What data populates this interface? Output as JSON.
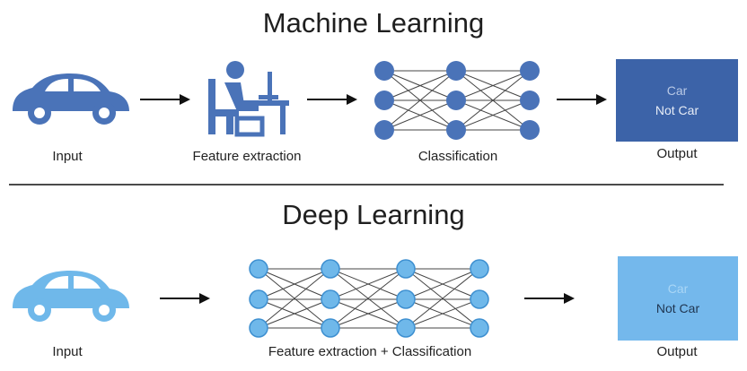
{
  "machine_learning": {
    "title": "Machine Learning",
    "input_label": "Input",
    "feature_label": "Feature extraction",
    "classification_label": "Classification",
    "output_label": "Output",
    "output_options": [
      "Car",
      "Not Car"
    ],
    "output_color": "#3c63a8",
    "accent_color": "#4a73b8",
    "selected_option": "Car"
  },
  "deep_learning": {
    "title": "Deep Learning",
    "input_label": "Input",
    "combined_label": "Feature extraction + Classification",
    "output_label": "Output",
    "output_options": [
      "Car",
      "Not Car"
    ],
    "output_color": "#74b8ec",
    "accent_color": "#6fb8ea",
    "selected_option": "Not Car"
  },
  "icons": [
    "car-icon",
    "person-at-desk-icon",
    "neural-network-icon",
    "arrow-right-icon"
  ]
}
